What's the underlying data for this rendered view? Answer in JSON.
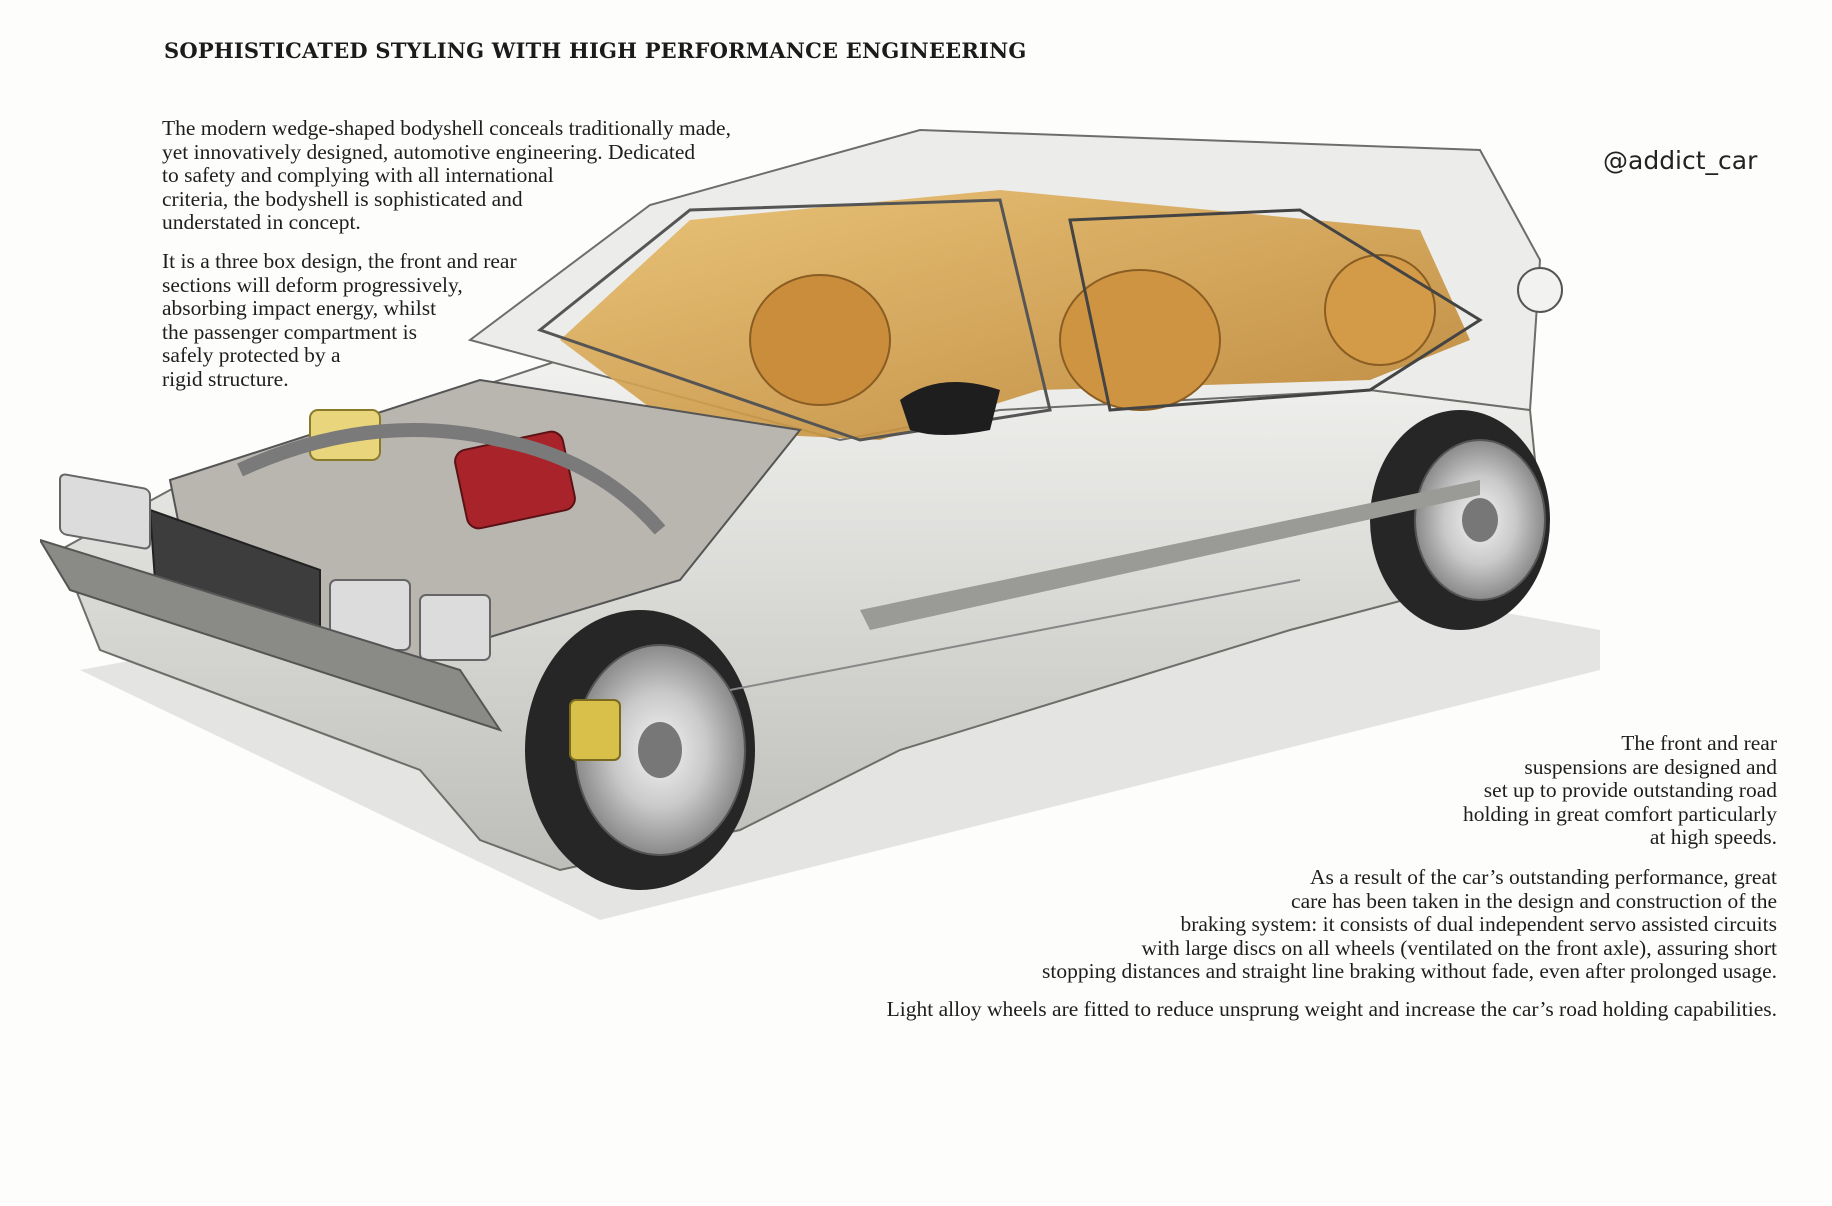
{
  "heading": "SOPHISTICATED STYLING WITH HIGH PERFORMANCE ENGINEERING",
  "watermark": "@addict_car",
  "left_text": {
    "p1": "The modern wedge-shaped bodyshell conceals traditionally made,\nyet innovatively designed, automotive engineering. Dedicated\nto safety and complying with all international\ncriteria, the bodyshell is sophisticated and\nunderstated in concept.",
    "p2": "It is a three box design, the front and rear\nsections will deform progressively,\nabsorbing impact energy, whilst\nthe passenger compartment is\nsafely protected by a\nrigid structure."
  },
  "right_text": {
    "p1": "The front and rear\nsuspensions are designed and\nset up to provide outstanding road\nholding in great comfort particularly\nat high speeds.",
    "p2": "As a result of the car’s outstanding performance, great\ncare has been taken in the design and construction of the\nbraking system: it consists of dual independent servo assisted circuits\nwith large discs on all wheels (ventilated on the front axle), assuring short\nstopping distances and straight line braking without fade, even after prolonged usage.",
    "p3": "Light alloy wheels are fitted to reduce unsprung weight and increase the car’s road holding capabilities."
  },
  "colors": {
    "body": "#d9d9d6",
    "interior": "#d9a24a",
    "engine_red": "#a8242a",
    "tyre": "#2a2a2a",
    "shadow": "#c9c9c9"
  }
}
